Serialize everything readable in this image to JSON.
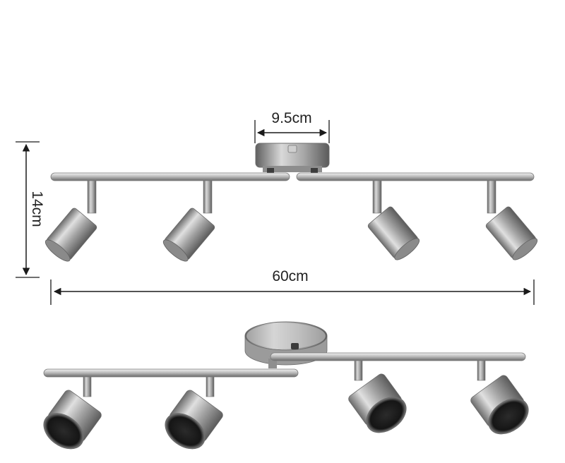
{
  "dimensions": {
    "base_width": "9.5cm",
    "height": "14cm",
    "length": "60cm"
  },
  "colors": {
    "line": "#1a1a1a",
    "metal_light": "#e6e6e6",
    "metal_mid": "#a9a9a9",
    "metal_dark": "#5e5e5e",
    "lamp_inner": "#1b1b1b"
  }
}
